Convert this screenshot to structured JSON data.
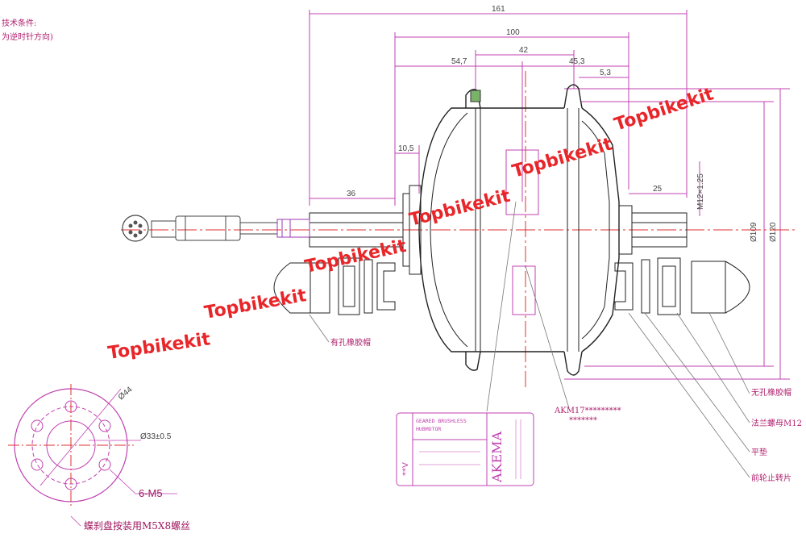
{
  "header_notes": [
    "技术条件:",
    "为逆时针方向)"
  ],
  "dimensions": {
    "d161": "161",
    "d100": "100",
    "d42": "42",
    "d54_7": "54,7",
    "d45_3": "45,3",
    "d5_3": "5,3",
    "d10_5": "10,5",
    "d36": "36",
    "d25": "25",
    "thread": "M12×1.25",
    "dia109": "Ø109",
    "dia120": "Ø120",
    "dia44": "Ø44",
    "dia33": "Ø33±0.5",
    "holes": "6-M5"
  },
  "callouts": {
    "rubber_hole": "有孔橡胶帽",
    "rubber_nohole": "无孔橡胶帽",
    "flange_nut": "法兰螺母M12",
    "washer": "平垫",
    "anti_rotation": "前轮止转片",
    "disc_brake": "蝶刹盘按装用M5X8螺丝",
    "model": "AKM17*********",
    "model2": "*******"
  },
  "label_plate": {
    "line1": "GEARED BRUSHLESS",
    "line2": "HUBMOTOR",
    "brand": "AKEMA",
    "side": "**V"
  },
  "watermark": "Topbikekit",
  "colors": {
    "magenta": "#c040b0",
    "red": "#e03030",
    "watermark": "#e8262a",
    "black": "#222222"
  }
}
